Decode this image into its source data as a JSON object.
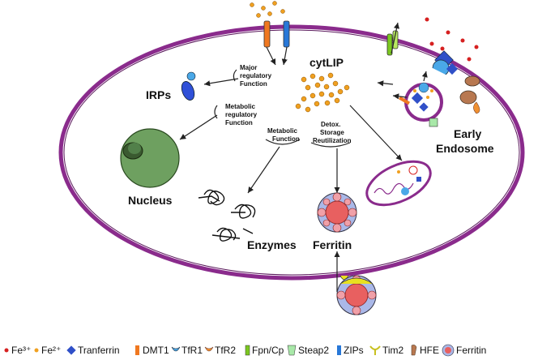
{
  "labels": {
    "cytlip": "cytLIP",
    "irps": "IRPs",
    "nucleus": "Nucleus",
    "enzymes": "Enzymes",
    "ferritin": "Ferritin",
    "early_endosome_1": "Early",
    "early_endosome_2": "Endosome"
  },
  "functions": {
    "major": [
      "Major",
      "regulatory",
      "Function"
    ],
    "metabolic_reg": [
      "Metabolic",
      "regulatory",
      "Function"
    ],
    "metabolic": [
      "Metabolic",
      "Function"
    ],
    "detox": [
      "Detox.",
      "Storage",
      "Reutilization"
    ]
  },
  "legend": [
    {
      "icon": "fe3-icon",
      "label": "Fe³⁺"
    },
    {
      "icon": "fe2-icon",
      "label": "Fe²⁺"
    },
    {
      "icon": "transferrin-icon",
      "label": "Tranferrin"
    },
    {
      "icon": "dmt1-icon",
      "label": "DMT1"
    },
    {
      "icon": "tfr1-icon",
      "label": "TfR1"
    },
    {
      "icon": "tfr2-icon",
      "label": "TfR2"
    },
    {
      "icon": "fpn-cp-icon",
      "label": "Fpn/Cp"
    },
    {
      "icon": "steap2-icon",
      "label": "Steap2"
    },
    {
      "icon": "zips-icon",
      "label": "ZIPs"
    },
    {
      "icon": "tim2-icon",
      "label": "Tim2"
    },
    {
      "icon": "hfe-icon",
      "label": "HFE"
    },
    {
      "icon": "ferritin-icon",
      "label": "Ferritin"
    }
  ],
  "colors": {
    "membrane": "#8a2b8c",
    "fe3": "#d62020",
    "fe2": "#f0a020",
    "transferrin": "#3050c8",
    "dmt1": "#f07820",
    "tfr1": "#4aa8e8",
    "tfr2": "#f09030",
    "fpn": "#7cc820",
    "steap2": "#a8e8a8",
    "zips": "#2878d8",
    "tim2": "#e8e020",
    "hfe": "#b87850",
    "nucleus": "#6ea060",
    "irps": "#3050d8"
  }
}
